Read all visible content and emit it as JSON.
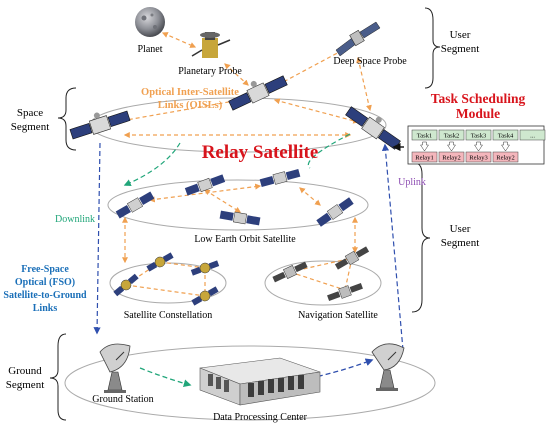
{
  "segments": {
    "user_top": [
      "User",
      "Segment"
    ],
    "space": [
      "Space",
      "Segment"
    ],
    "user_mid": [
      "User",
      "Segment"
    ],
    "ground": [
      "Ground",
      "Segment"
    ]
  },
  "labels": {
    "planet": "Planet",
    "planetary_probe": "Planetary Probe",
    "deep_space_probe": "Deep Space Probe",
    "oisl": [
      "Optical Inter-Satellite",
      "Links (OISLs)"
    ],
    "relay_satellite": "Relay Satellite",
    "leo_satellite": "Low Earth Orbit Satellite",
    "satellite_constellation": "Satellite Constellation",
    "navigation_satellite": "Navigation Satellite",
    "downlink": "Downlink",
    "uplink": "Uplink",
    "fso": [
      "Free-Space",
      "Optical (FSO)",
      "Satellite-to-Ground",
      "Links"
    ],
    "ground_station": "Ground Station",
    "data_processing_center": "Data Processing Center"
  },
  "task_module": {
    "title": [
      "Task Scheduling",
      "Module"
    ],
    "tasks": [
      "Task1",
      "Task2",
      "Task3",
      "Task4",
      "..."
    ],
    "relays": [
      "Relay1",
      "Relay2",
      "Relay3",
      "Relay2"
    ]
  },
  "colors": {
    "orange": "#f0a050",
    "green": "#21a67a",
    "blue": "#2f4fae",
    "purple": "#8e4fb3",
    "fso_blue": "#1a6fb8",
    "title_red": "#d8141c",
    "task_fill": "#cfe8cf",
    "relay_fill": "#f4b6bc"
  }
}
